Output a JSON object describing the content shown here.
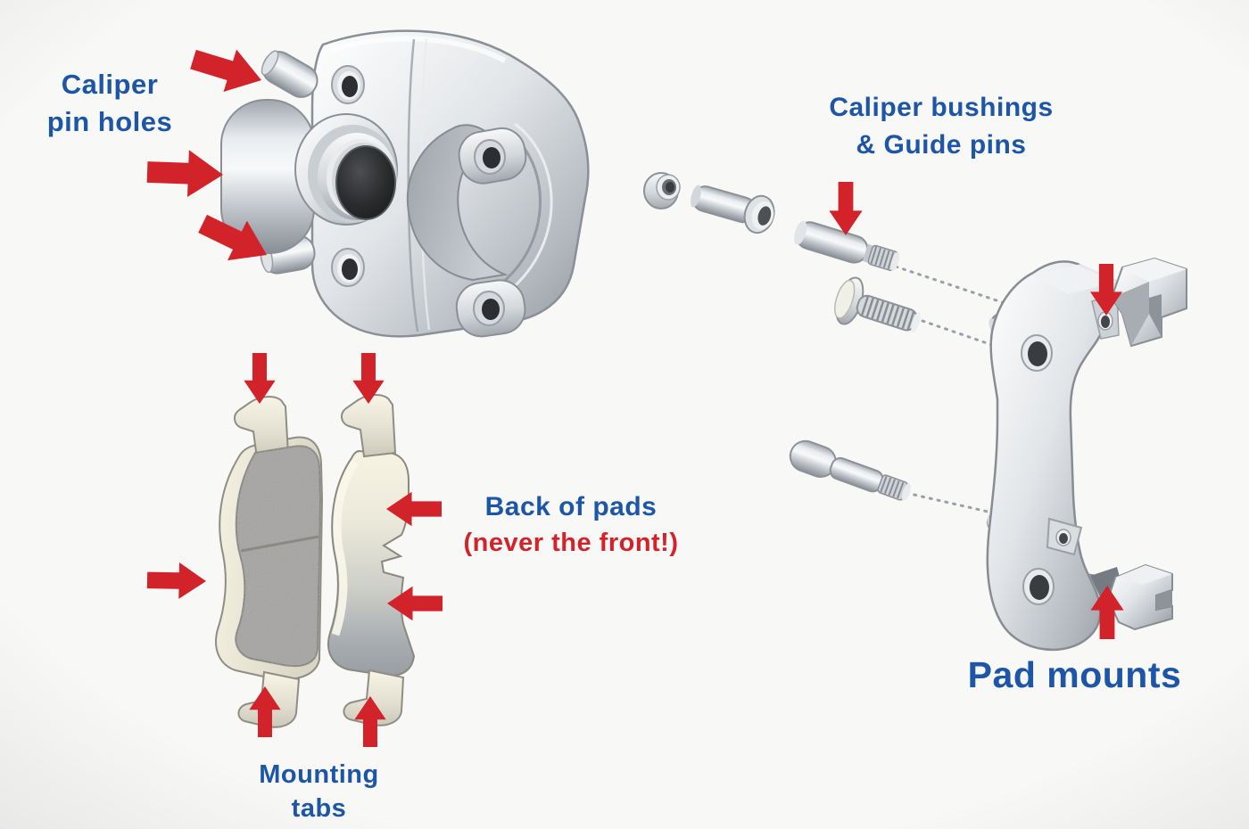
{
  "scene": {
    "background": "#f8f8f6"
  },
  "colors": {
    "background": "#f8f8f6",
    "label_blue": "#1e56a7",
    "warning_red": "#d2222a",
    "arrow_red": "#d2232a",
    "metal_light": "#f2f3f5",
    "metal_mid": "#b9bfc6",
    "metal_dark": "#8e959c",
    "friction_gray": "#a4a29e",
    "backplate_cream": "#f4f1e2"
  },
  "labels": {
    "caliper_pin_holes": {
      "line1": "Caliper",
      "line2": "pin holes"
    },
    "caliper_bushings_guide_pins": {
      "line1": "Caliper bushings",
      "line2": "& Guide pins"
    },
    "back_of_pads": {
      "line1": "Back of pads",
      "line2": "(never the front!)"
    },
    "mounting_tabs": {
      "line1": "Mounting",
      "line2": "tabs"
    },
    "pad_mounts": {
      "text": "Pad mounts"
    }
  }
}
